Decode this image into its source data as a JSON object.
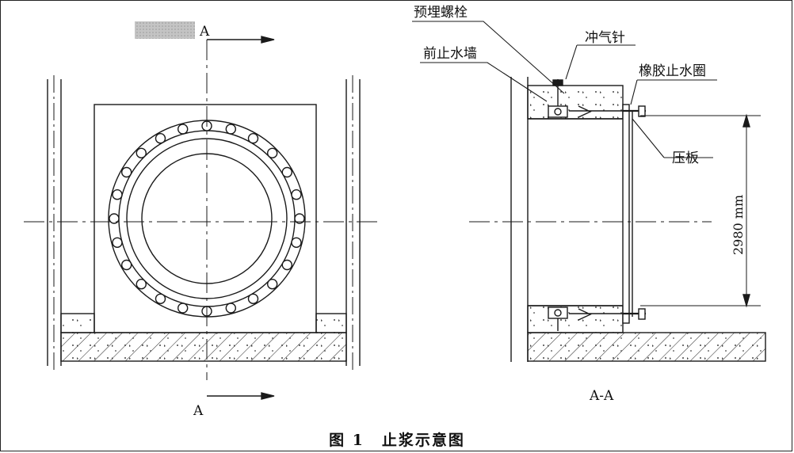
{
  "front_view": {
    "section_mark_top": "A",
    "section_mark_bottom": "A"
  },
  "section_view": {
    "title": "A-A",
    "labels": {
      "embedded_bolt": "预埋螺栓",
      "vent_needle": "冲气针",
      "front_waterstop_wall": "前止水墙",
      "rubber_waterstop_ring": "橡胶止水圈",
      "pressure_plate": "压板"
    },
    "dimension": "2980 mm"
  },
  "caption": {
    "number": "图 1",
    "title": "止浆示意图"
  },
  "colors": {
    "line": "#1a1a1a",
    "hatch": "#333333",
    "redaction": "#b8b8b8"
  }
}
